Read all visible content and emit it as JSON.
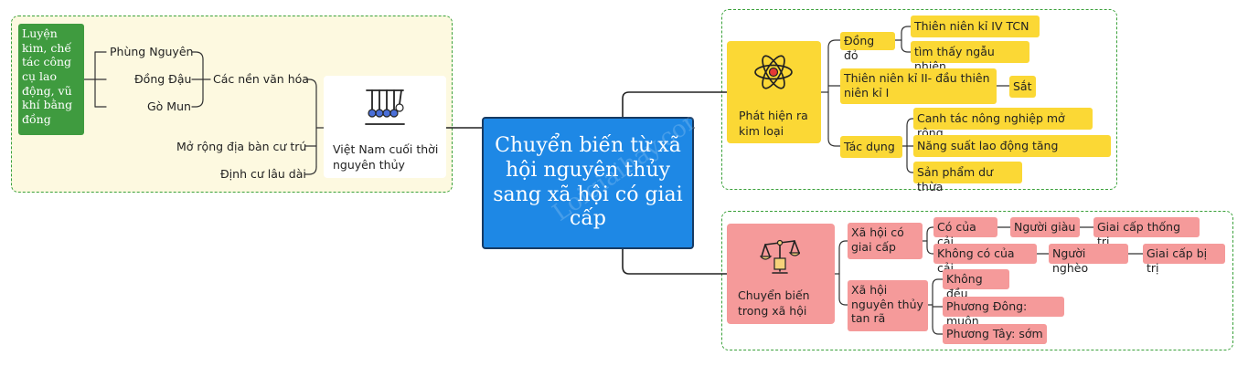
{
  "center": {
    "title": "Chuyển biến từ xã hội nguyên thủy sang xã hội có giai cấp",
    "watermark": "Loigiaihay.com"
  },
  "left": {
    "main": "Việt Nam cuối thời nguyên thủy",
    "icon": "newtons-cradle-icon",
    "cultures_label": "Các nền văn hóa",
    "cultures": [
      "Phùng Nguyên",
      "Đồng Đậu",
      "Gò Mun"
    ],
    "green_box": "Luyện kim, chế tác công cụ lao động, vũ khí bằng đồng",
    "expand": "Mở rộng địa bàn cư trú",
    "settle": "Định cư lâu dài"
  },
  "metal": {
    "main": "Phát hiện ra kim loại",
    "icon": "atom-icon",
    "copper": {
      "label": "Đồng đỏ",
      "items": [
        "Thiên niên kỉ IV TCN",
        "tìm thấy ngẫu nhiên"
      ]
    },
    "iron": {
      "label": "Thiên niên kỉ II- đầu thiên niên kỉ I",
      "item": "Sắt"
    },
    "effect": {
      "label": "Tác dụng",
      "items": [
        "Canh tác nông nghiệp mở rộng",
        "Năng suất lao động tăng",
        "Sản phẩm dư thừa"
      ]
    }
  },
  "society": {
    "main": "Chuyển biến trong xã hội",
    "icon": "scales-icon",
    "class": {
      "label": "Xã hội có giai cấp",
      "have": {
        "label": "Có của cải",
        "who": "Người giàu",
        "class": "Giai cấp thống trị"
      },
      "havenot": {
        "label": "Không có của cải",
        "who": "Người nghèo",
        "class": "Giai cấp bị trị"
      }
    },
    "decline": {
      "label": "Xã hội nguyên thủy tan rã",
      "items": [
        "Không đều",
        "Phương Đông: muộn",
        "Phương Tây: sớm"
      ]
    }
  },
  "colors": {
    "center": "#1e88e5",
    "yellow": "#fbd835",
    "pink": "#f59a9a",
    "green": "#3f9b3f",
    "cream": "#fdf9e0",
    "dash": "#3aa13a"
  }
}
